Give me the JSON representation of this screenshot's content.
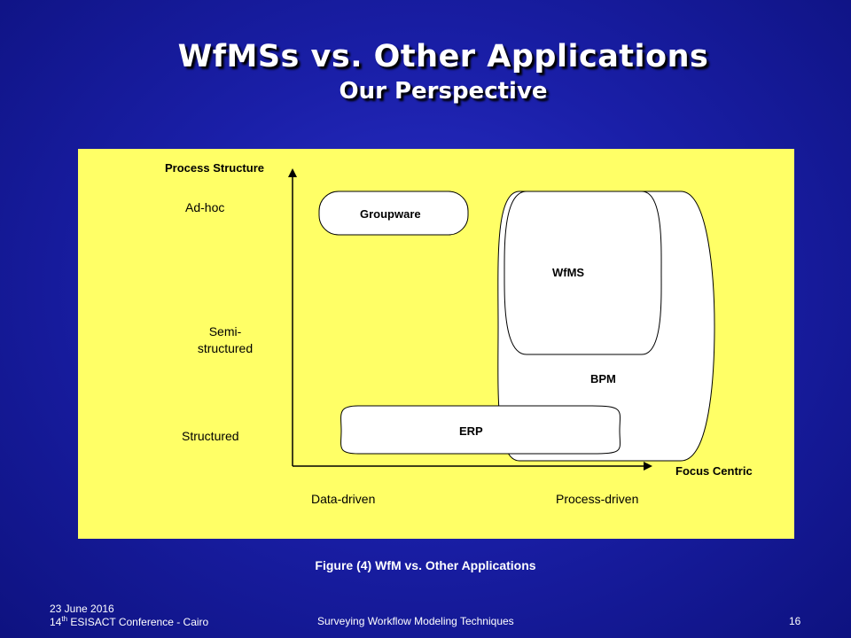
{
  "slide": {
    "title": "WfMSs vs. Other Applications",
    "subtitle": "Our Perspective",
    "caption": "Figure (4) WfM vs. Other Applications"
  },
  "diagram": {
    "y_axis_label": "Process Structure",
    "x_axis_label": "Focus Centric",
    "y_levels": {
      "adhoc": "Ad-hoc",
      "semi_line1": "Semi-",
      "semi_line2": "structured",
      "structured": "Structured"
    },
    "x_levels": {
      "data": "Data-driven",
      "process": "Process-driven"
    },
    "boxes": {
      "groupware": "Groupware",
      "wfms": "WfMS",
      "bpm": "BPM",
      "erp": "ERP"
    }
  },
  "footer": {
    "date": "23 June 2016",
    "conf_num": "14",
    "conf_sup": "th",
    "conf_rest": " ESISACT Conference - Cairo",
    "center": "Surveying Workflow Modeling Techniques",
    "page": "16"
  },
  "colors": {
    "background": "#1a1fa8",
    "panel": "#ffff66"
  }
}
